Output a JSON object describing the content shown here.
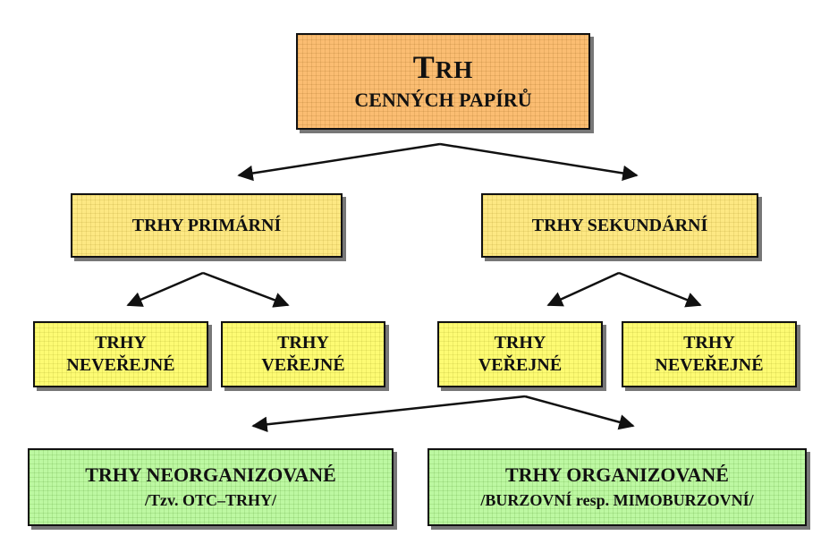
{
  "root": {
    "title_initial": "T",
    "title_rest": "RH",
    "subtitle": "CENNÝCH PAPÍRŮ"
  },
  "primary": {
    "label": "TRHY PRIMÁRNÍ"
  },
  "secondary": {
    "label": "TRHY SEKUNDÁRNÍ"
  },
  "primary_children": [
    {
      "line1": "TRHY",
      "line2": "NEVEŘEJNÉ"
    },
    {
      "line1": "TRHY",
      "line2": "VEŘEJNÉ"
    }
  ],
  "secondary_children": [
    {
      "line1": "TRHY",
      "line2": "VEŘEJNÉ"
    },
    {
      "line1": "TRHY",
      "line2": "NEVEŘEJNÉ"
    }
  ],
  "public_children": [
    {
      "line1": "TRHY NEORGANIZOVANÉ",
      "line2": "/Tzv. OTC–TRHY/"
    },
    {
      "line1": "TRHY ORGANIZOVANÉ",
      "line2": "/BURZOVNÍ resp. MIMOBURZOVNÍ/"
    }
  ],
  "colors": {
    "root": "#fbbd72",
    "level2": "#fde883",
    "level3": "#fdfb73",
    "level4": "#bdf8a2",
    "stroke": "#111111"
  }
}
